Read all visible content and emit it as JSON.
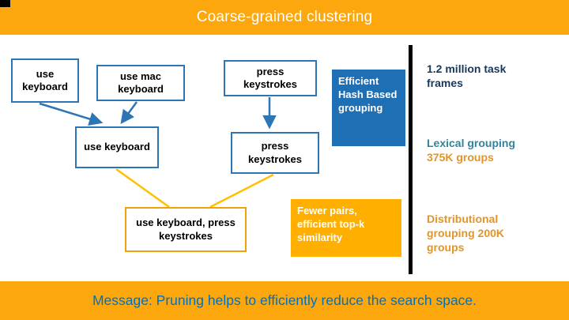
{
  "slide": {
    "title": "Coarse-grained clustering",
    "footer": "Message: Pruning helps to efficiently reduce the search space."
  },
  "diagram": {
    "top_row": {
      "use_keyboard": "use keyboard",
      "use_mac_keyboard": "use mac keyboard",
      "press_keystrokes": "press keystrokes"
    },
    "mid_row": {
      "use_keyboard": "use keyboard",
      "press_keystrokes": "press keystrokes"
    },
    "merged_box": "use keyboard, press keystrokes",
    "callouts": {
      "hash_grouping": "Efficient Hash Based grouping",
      "fewer_pairs": "Fewer pairs, efficient top-k similarity"
    }
  },
  "sidebar": {
    "task_frames": "1.2 million task frames",
    "lexical_grouping": "Lexical grouping",
    "lexical_count": "375K groups",
    "distributional_grouping": "Distributional grouping 200K groups"
  },
  "colors": {
    "banner": "#FCA70E",
    "box_border_blue": "#2E75B6",
    "merged_box_border": "#EFA30B",
    "hash_callout_fill": "#1F6FB5",
    "pairs_callout_fill": "#FFAF00",
    "navy_text": "#17375E",
    "teal_text": "#31849B",
    "orange_text": "#E49425",
    "footer_text": "#0070C0",
    "arrow_blue": "#2E75B6",
    "arrow_yellow": "#FFC000"
  }
}
